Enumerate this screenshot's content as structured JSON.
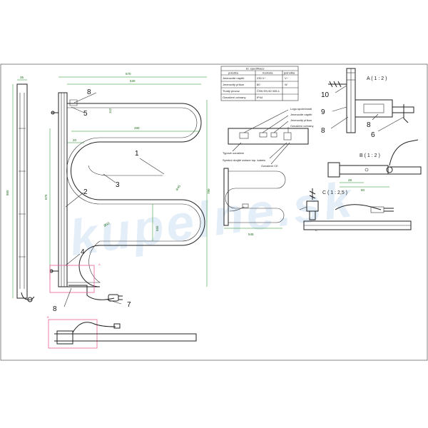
{
  "watermark": "kupelne.sk",
  "dimensions": {
    "top_570": "570",
    "top_530": "530",
    "left_35": "35",
    "left_865": "865",
    "left_675": "675",
    "inner_490": "490",
    "inner_20": "20",
    "right_780": "780",
    "mid_555": "555",
    "small_112": "112",
    "small_r45": "R45",
    "small_d33": "Ø33",
    "side_545": "545",
    "detB_28": "28",
    "detB_60": "60"
  },
  "callouts": {
    "c1": "1",
    "c2": "2",
    "c3": "3",
    "c4": "4",
    "c5": "5",
    "c6": "6",
    "c7": "7",
    "c8a": "8",
    "c8b": "8",
    "c8c": "8",
    "c8d": "8",
    "c9": "9",
    "c10": "10"
  },
  "markers": {
    "a": "A",
    "b": "B",
    "c": "C"
  },
  "spec_table": {
    "title": "El. specifikace",
    "headers": [
      "položka",
      "hodnota",
      "jednotka"
    ],
    "rows": [
      [
        "Jmenovité napětí",
        "230 V~",
        "V~"
      ],
      [
        "Jmenovitý příkon",
        "80",
        "W"
      ],
      [
        "Trvalý provoz",
        "ČSN EN 60 335-1",
        ""
      ],
      [
        "Označení ochrany",
        "IP44",
        ""
      ]
    ]
  },
  "label_annotations": {
    "logo": "Logo společnosti",
    "voltage": "Jmenovité napětí",
    "power": "Jmenovitý příkon",
    "protection": "Označení ochrany",
    "type": "Typové označení",
    "double_insulation": "Symbol dvojité izolace top. kabelu",
    "ce": "Označení CE"
  },
  "details": {
    "a": "A ( 1 : 2 )",
    "b": "B ( 1 : 2 )",
    "c": "C ( 1 : 2,5 )"
  }
}
